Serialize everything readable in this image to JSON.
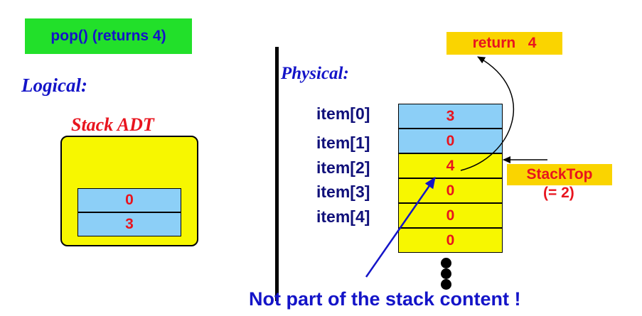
{
  "operation": {
    "label": "pop() (returns 4)",
    "color": "#22e02a"
  },
  "logical": {
    "label": "Logical:",
    "adt_title": "Stack ADT",
    "cells": [
      "0",
      "3"
    ]
  },
  "physical": {
    "label": "Physical:",
    "slots": [
      {
        "label": "item[0]",
        "value": "3",
        "in_stack": true
      },
      {
        "label": "item[1]",
        "value": "0",
        "in_stack": true
      },
      {
        "label": "item[2]",
        "value": "4",
        "in_stack": false
      },
      {
        "label": "item[3]",
        "value": "0",
        "in_stack": false
      },
      {
        "label": "item[4]",
        "value": "0",
        "in_stack": false
      },
      {
        "label": "",
        "value": "0",
        "in_stack": false
      }
    ],
    "return_label": "return   4",
    "stack_top_label": "StackTop",
    "stack_top_value": "(= 2)"
  },
  "note": "Not part of the stack content !",
  "colors": {
    "used_slot": "#8ccff7",
    "free_slot": "#f7f700",
    "highlight": "#fad400",
    "value_text": "#e8141e",
    "note_text": "#1414c8"
  }
}
